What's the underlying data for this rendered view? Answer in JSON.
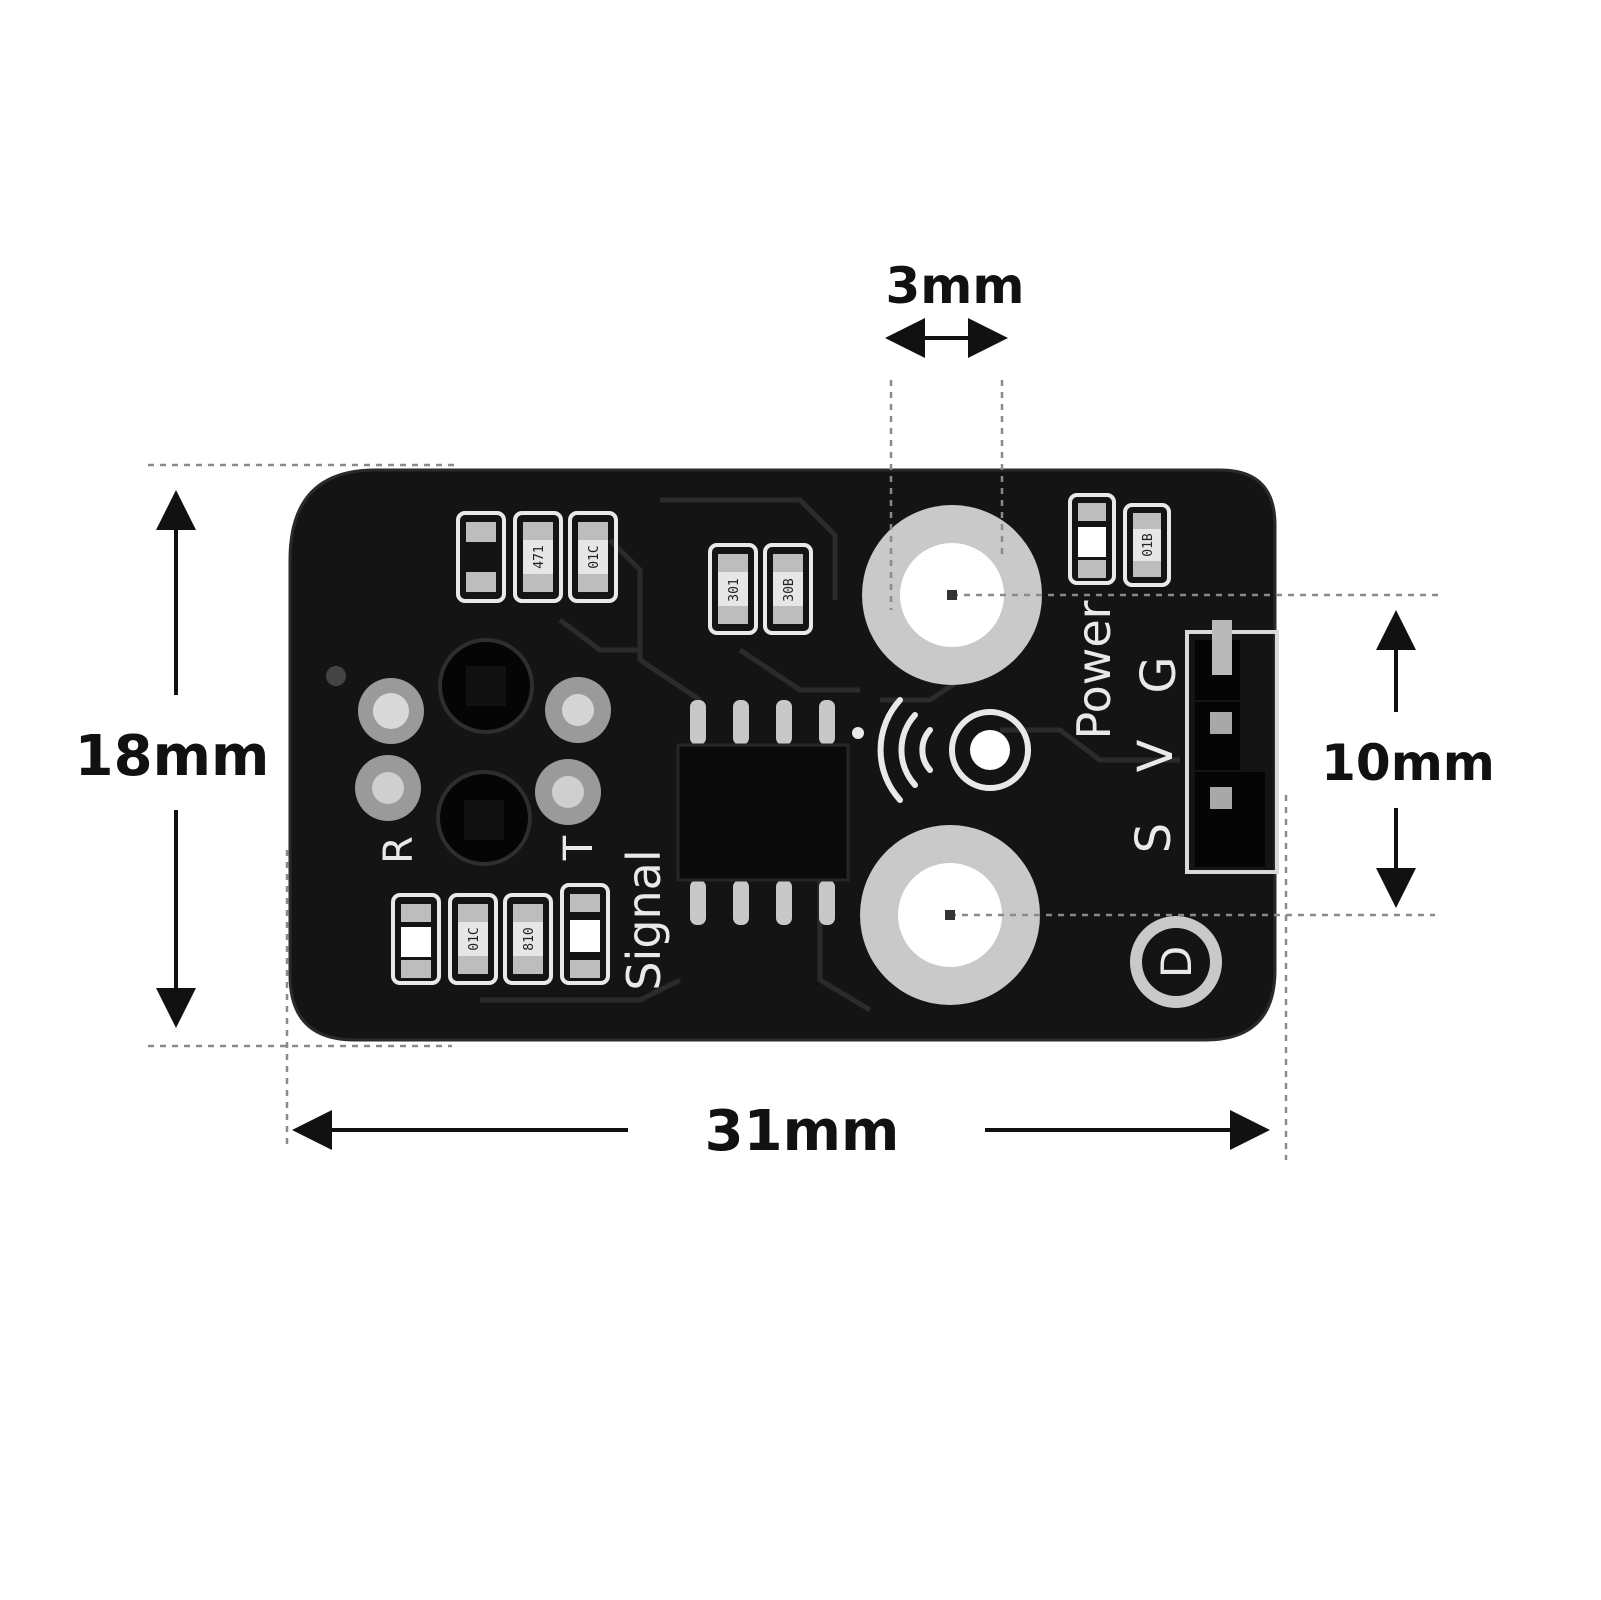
{
  "dimensions": {
    "width_label": "31mm",
    "height_label": "18mm",
    "hole_diameter_label": "3mm",
    "hole_spacing_label": "10mm"
  },
  "board": {
    "color": "#141414",
    "silkscreen_color": "#e9e9e9",
    "labels": {
      "r": "R",
      "t": "T",
      "signal": "Signal",
      "power": "Power",
      "pin_g": "G",
      "pin_v": "V",
      "pin_s": "S",
      "d": "D"
    },
    "component_codes": {
      "r1": "471",
      "r2": "01C",
      "r3": "301",
      "r4": "30B",
      "r5": "01B",
      "r6": "01C",
      "r7": "810"
    },
    "icons": [
      "wireless-signal-icon"
    ]
  }
}
